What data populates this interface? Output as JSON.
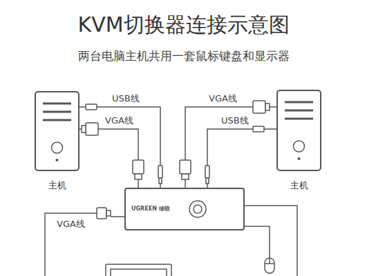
{
  "diagram": {
    "title": "KVM切换器连接示意图",
    "nodes": [
      {
        "text": [
          "主机"
        ]
      },
      {
        "text": [
          "主机"
        ]
      },
      {
        "text": [
          "UGREEN 绿联"
        ]
      }
    ],
    "edges": [
      {
        "from": 0,
        "to": 2,
        "label": "USB线",
        "arrow": "none"
      },
      {
        "from": 0,
        "to": 2,
        "label": "VGA线",
        "arrow": "none"
      },
      {
        "from": 1,
        "to": 2,
        "label": "VGA线",
        "arrow": "none"
      },
      {
        "from": 1,
        "to": 2,
        "label": "USB线",
        "arrow": "none"
      }
    ],
    "labels": [
      "两台电脑主机共用一套鼠标键盘和显示器",
      "VGA线"
    ]
  }
}
